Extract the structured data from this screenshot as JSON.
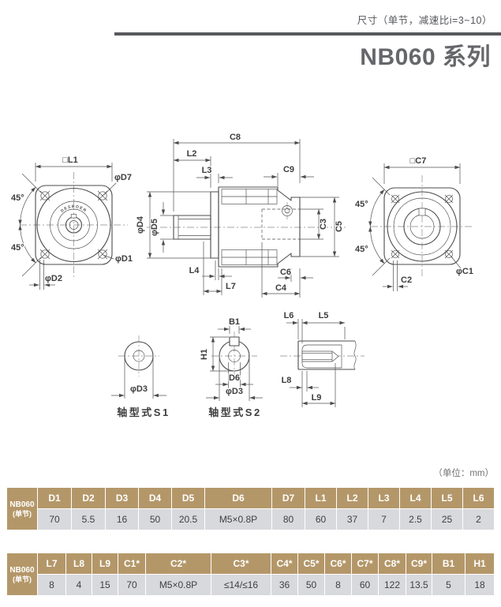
{
  "header": {
    "subtitle": "尺寸（单节，减速比i=3~10）",
    "title": "NB060 系列"
  },
  "drawing": {
    "logo": "DESBOER",
    "labels": {
      "L1": "□L1",
      "D7": "φD7",
      "angle": "45°",
      "D1": "φD1",
      "D2": "φD2",
      "C8": "C8",
      "L2": "L2",
      "L3": "L3",
      "C9": "C9",
      "D4": "φD4",
      "D5": "φD5",
      "C3": "C3",
      "C5": "C5",
      "L4": "L4",
      "L7": "L7",
      "C6": "C6",
      "C4": "C4",
      "C7": "□C7",
      "C2": "C2",
      "C1": "φC1",
      "D3": "φD3",
      "B1": "B1",
      "H1": "H1",
      "D6": "D6",
      "L6": "L6",
      "L5": "L5",
      "L8": "L8",
      "L9": "L9"
    },
    "captions": {
      "s1": "轴型式S1",
      "s2": "轴型式S2"
    }
  },
  "unit_note": "（单位：mm）",
  "tables": {
    "row_header_line1": "NB060",
    "row_header_line2": "(单节)",
    "table1": {
      "columns": [
        "D1",
        "D2",
        "D3",
        "D4",
        "D5",
        "D6",
        "D7",
        "L1",
        "L2",
        "L3",
        "L4",
        "L5",
        "L6"
      ],
      "values": [
        "70",
        "5.5",
        "16",
        "50",
        "20.5",
        "M5×0.8P",
        "80",
        "60",
        "37",
        "7",
        "2.5",
        "25",
        "2"
      ]
    },
    "table2": {
      "columns": [
        "L7",
        "L8",
        "L9",
        "C1*",
        "C2*",
        "C3*",
        "C4*",
        "C5*",
        "C6*",
        "C7*",
        "C8*",
        "C9*",
        "B1",
        "H1"
      ],
      "values": [
        "8",
        "4",
        "15",
        "70",
        "M5×0.8P",
        "≤14/≤16",
        "36",
        "50",
        "8",
        "60",
        "122",
        "13.5",
        "5",
        "18"
      ]
    }
  },
  "colors": {
    "table_header_bg": "#b49769",
    "table_value_bg": "#d8d9dc",
    "title_text": "#66676a",
    "rule": "#58595b",
    "line": "#4c4c4e"
  }
}
